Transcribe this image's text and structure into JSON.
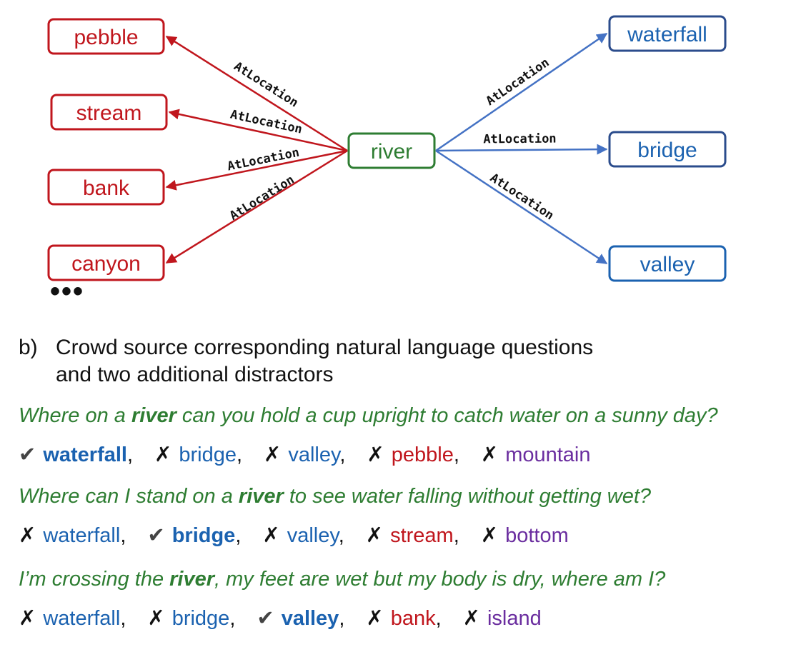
{
  "colors": {
    "red": "#c0161d",
    "blue_light": "#1b62b0",
    "blue_dark": "#2b4c8c",
    "green": "#2e7d32",
    "purple": "#6a2d9f",
    "edge_red": "#c0161d",
    "edge_blue": "#4472c4"
  },
  "graph": {
    "center": "river",
    "left_nodes": [
      "pebble",
      "stream",
      "bank",
      "canyon"
    ],
    "right_nodes": [
      "waterfall",
      "bridge",
      "valley"
    ],
    "edge_label": "AtLocation",
    "ellipsis": "•••"
  },
  "section_b": {
    "marker": "b)",
    "line1": "Crowd source corresponding natural language questions",
    "line2": "and two additional distractors"
  },
  "questions": [
    {
      "pre": "Where on a ",
      "bold": "river",
      "post": " can you hold a cup upright to catch water on a sunny day?",
      "options": [
        {
          "text": "waterfall",
          "mark": "✔",
          "correct": true,
          "color": "blue",
          "sep": ","
        },
        {
          "text": "bridge",
          "mark": "✗",
          "correct": false,
          "color": "blue",
          "sep": ","
        },
        {
          "text": "valley",
          "mark": "✗",
          "correct": false,
          "color": "blue",
          "sep": ","
        },
        {
          "text": "pebble",
          "mark": "✗",
          "correct": false,
          "color": "red",
          "sep": ","
        },
        {
          "text": "mountain",
          "mark": "✗",
          "correct": false,
          "color": "purple",
          "sep": ""
        }
      ]
    },
    {
      "pre": "Where can I stand on a ",
      "bold": "river",
      "post": " to see water falling without getting wet?",
      "options": [
        {
          "text": "waterfall",
          "mark": "✗",
          "correct": false,
          "color": "blue",
          "sep": ","
        },
        {
          "text": "bridge",
          "mark": "✔",
          "correct": true,
          "color": "blue",
          "sep": ","
        },
        {
          "text": "valley",
          "mark": "✗",
          "correct": false,
          "color": "blue",
          "sep": ","
        },
        {
          "text": "stream",
          "mark": "✗",
          "correct": false,
          "color": "red",
          "sep": ","
        },
        {
          "text": "bottom",
          "mark": "✗",
          "correct": false,
          "color": "purple",
          "sep": ""
        }
      ]
    },
    {
      "pre": "I’m crossing the ",
      "bold": "river",
      "post": ", my feet are wet but my body is dry, where am I?",
      "options": [
        {
          "text": "waterfall",
          "mark": "✗",
          "correct": false,
          "color": "blue",
          "sep": ","
        },
        {
          "text": "bridge",
          "mark": "✗",
          "correct": false,
          "color": "blue",
          "sep": ","
        },
        {
          "text": "valley",
          "mark": "✔",
          "correct": true,
          "color": "blue",
          "sep": ","
        },
        {
          "text": "bank",
          "mark": "✗",
          "correct": false,
          "color": "red",
          "sep": ","
        },
        {
          "text": "island",
          "mark": "✗",
          "correct": false,
          "color": "purple",
          "sep": ""
        }
      ]
    }
  ]
}
